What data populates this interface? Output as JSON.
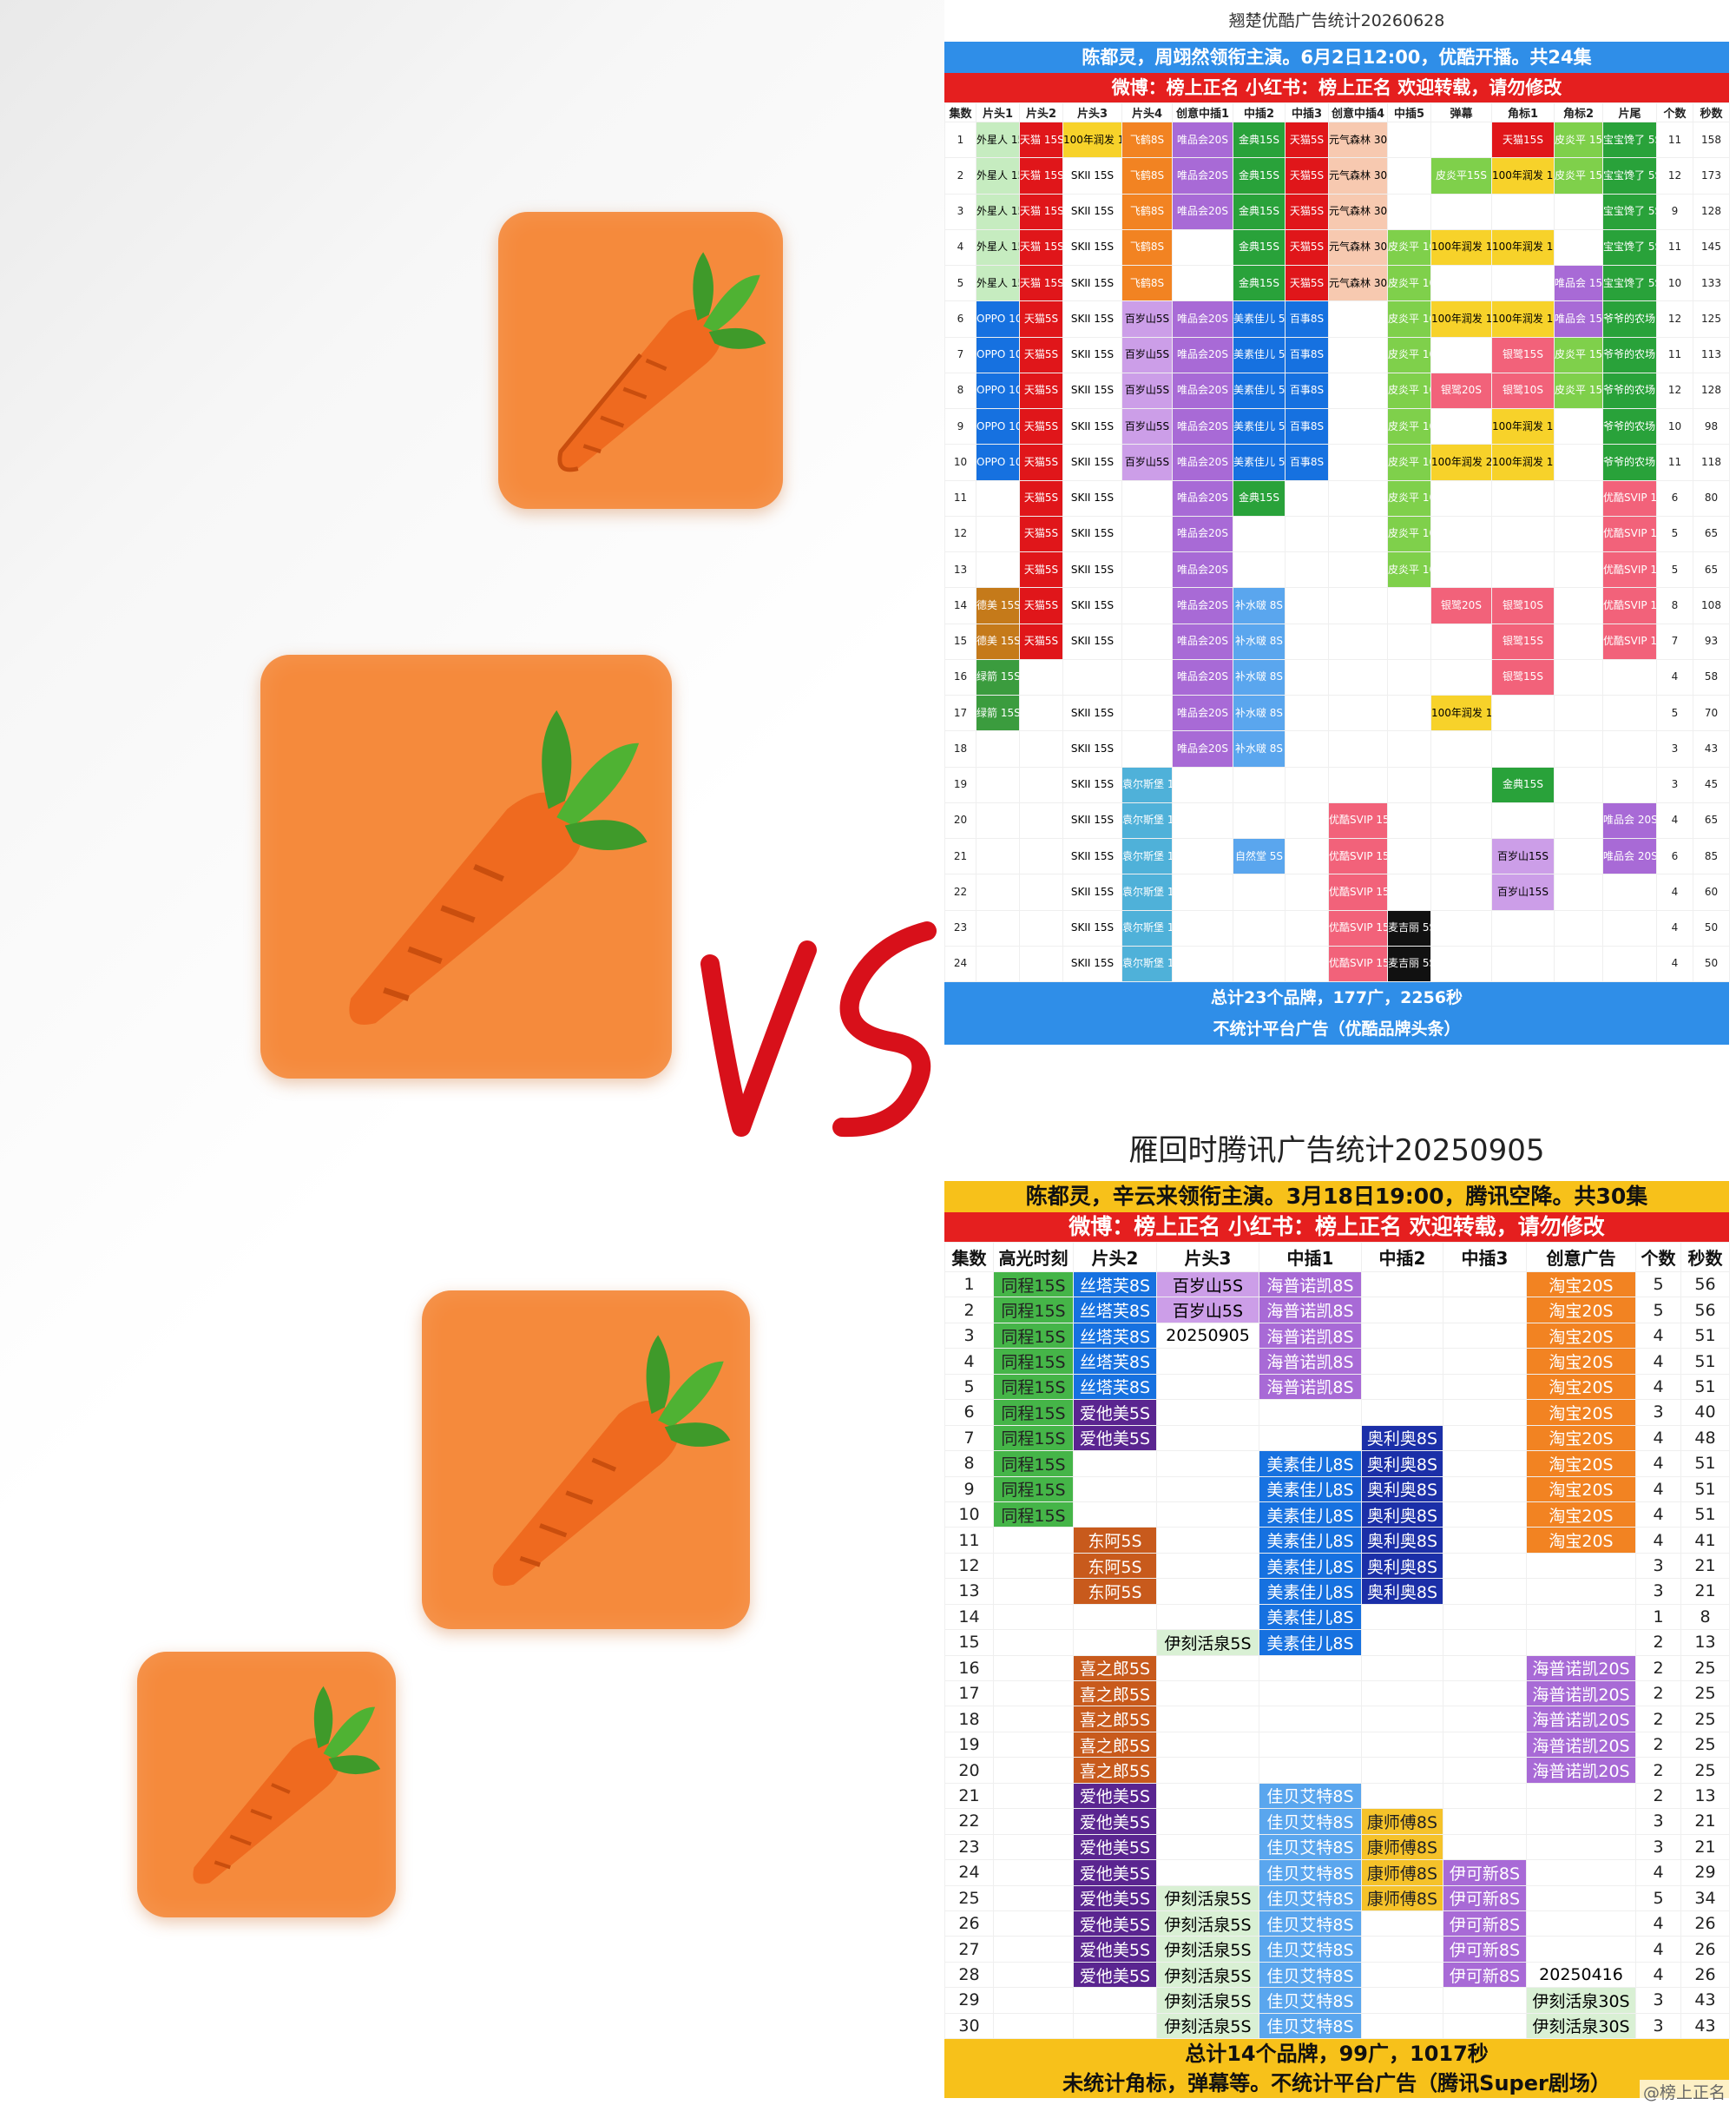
{
  "left": {
    "carrots": [
      {
        "emoji_icon": "carrot-icon"
      },
      {
        "emoji_icon": "carrot-icon"
      },
      {
        "emoji_icon": "carrot-icon"
      },
      {
        "emoji_icon": "carrot-icon"
      }
    ],
    "vs_mark_color": "#d8101a"
  },
  "panel1": {
    "title": "翘楚优酷广告统计20260628",
    "banner1": "陈都灵，周翊然领衔主演。6月2日12:00，优酷开播。共24集",
    "banner2": "微博：榜上正名 小红书：榜上正名  欢迎转载，请勿修改",
    "headers": [
      "集数",
      "片头1",
      "片头2",
      "片头3",
      "片头4",
      "创意中插1",
      "中插2",
      "中插3",
      "创意中插4",
      "中插5",
      "弹幕",
      "角标1",
      "角标2",
      "片尾",
      "个数",
      "秒数"
    ],
    "rows": [
      [
        "1",
        "外星人 15S",
        "天猫 15S",
        "100年润发 15S",
        "飞鹤8S",
        "唯品会20S",
        "金典15S",
        "天猫5S",
        "元气森林 30S",
        "",
        "",
        "天猫15S",
        "皮炎平 15S",
        "宝宝馋了 5S",
        "11",
        "158"
      ],
      [
        "2",
        "外星人 15S",
        "天猫 15S",
        "SKII 15S",
        "飞鹤8S",
        "唯品会20S",
        "金典15S",
        "天猫5S",
        "元气森林 30S",
        "",
        "皮炎平15S",
        "100年润发 15S",
        "皮炎平 15S",
        "宝宝馋了 5S",
        "12",
        "173"
      ],
      [
        "3",
        "外星人 15S",
        "天猫 15S",
        "SKII 15S",
        "飞鹤8S",
        "唯品会20S",
        "金典15S",
        "天猫5S",
        "元气森林 30S",
        "",
        "",
        "",
        "",
        "宝宝馋了 5S",
        "9",
        "128"
      ],
      [
        "4",
        "外星人 15S",
        "天猫 15S",
        "SKII 15S",
        "飞鹤8S",
        "",
        "金典15S",
        "天猫5S",
        "元气森林 30S",
        "皮炎平 10S",
        "100年润发 12S",
        "100年润发 15S",
        "",
        "宝宝馋了 5S",
        "11",
        "145"
      ],
      [
        "5",
        "外星人 15S",
        "天猫 15S",
        "SKII 15S",
        "飞鹤8S",
        "",
        "金典15S",
        "天猫5S",
        "元气森林 30S",
        "皮炎平 10S",
        "",
        "",
        "唯品会 15S",
        "宝宝馋了 5S",
        "10",
        "133"
      ],
      [
        "6",
        "OPPO 10S",
        "天猫5S",
        "SKII 15S",
        "百岁山5S",
        "唯品会20S",
        "美素佳儿 5S",
        "百事8S",
        "",
        "皮炎平 10S",
        "100年润发 12S",
        "100年润发 15S",
        "唯品会 15S",
        "爷爷的农场 5S",
        "12",
        "125"
      ],
      [
        "7",
        "OPPO 10S",
        "天猫5S",
        "SKII 15S",
        "百岁山5S",
        "唯品会20S",
        "美素佳儿 5S",
        "百事8S",
        "",
        "皮炎平 10S",
        "",
        "银鹭15S",
        "皮炎平 15S",
        "爷爷的农场 5S",
        "11",
        "113"
      ],
      [
        "8",
        "OPPO 10S",
        "天猫5S",
        "SKII 15S",
        "百岁山5S",
        "唯品会20S",
        "美素佳儿 5S",
        "百事8S",
        "",
        "皮炎平 10S",
        "银鹭20S",
        "银鹭10S",
        "皮炎平 15S",
        "爷爷的农场 5S",
        "12",
        "128"
      ],
      [
        "9",
        "OPPO 10S",
        "天猫5S",
        "SKII 15S",
        "百岁山5S",
        "唯品会20S",
        "美素佳儿 5S",
        "百事8S",
        "",
        "皮炎平 10S",
        "",
        "100年润发 15S",
        "",
        "爷爷的农场 5S",
        "10",
        "98"
      ],
      [
        "10",
        "OPPO 10S",
        "天猫5S",
        "SKII 15S",
        "百岁山5S",
        "唯品会20S",
        "美素佳儿 5S",
        "百事8S",
        "",
        "皮炎平 10S",
        "100年润发 20S",
        "100年润发 15S",
        "",
        "爷爷的农场 5S",
        "11",
        "118"
      ],
      [
        "11",
        "",
        "天猫5S",
        "SKII 15S",
        "",
        "唯品会20S",
        "金典15S",
        "",
        "",
        "皮炎平 10S",
        "",
        "",
        "",
        "优酷SVIP 15S",
        "6",
        "80"
      ],
      [
        "12",
        "",
        "天猫5S",
        "SKII 15S",
        "",
        "唯品会20S",
        "",
        "",
        "",
        "皮炎平 10S",
        "",
        "",
        "",
        "优酷SVIP 15S",
        "5",
        "65"
      ],
      [
        "13",
        "",
        "天猫5S",
        "SKII 15S",
        "",
        "唯品会20S",
        "",
        "",
        "",
        "皮炎平 10S",
        "",
        "",
        "",
        "优酷SVIP 15S",
        "5",
        "65"
      ],
      [
        "14",
        "德美 15S",
        "天猫5S",
        "SKII 15S",
        "",
        "唯品会20S",
        "补水啵 8S",
        "",
        "",
        "",
        "银鹭20S",
        "银鹭10S",
        "",
        "优酷SVIP 15S",
        "8",
        "108"
      ],
      [
        "15",
        "德美 15S",
        "天猫5S",
        "SKII 15S",
        "",
        "唯品会20S",
        "补水啵 8S",
        "",
        "",
        "",
        "",
        "银鹭15S",
        "",
        "优酷SVIP 15S",
        "7",
        "93"
      ],
      [
        "16",
        "绿箭 15S",
        "",
        "",
        "",
        "唯品会20S",
        "补水啵 8S",
        "",
        "",
        "",
        "",
        "银鹭15S",
        "",
        "",
        "4",
        "58"
      ],
      [
        "17",
        "绿箭 15S",
        "",
        "SKII 15S",
        "",
        "唯品会20S",
        "补水啵 8S",
        "",
        "",
        "",
        "100年润发 12S",
        "",
        "",
        "",
        "5",
        "70"
      ],
      [
        "18",
        "",
        "",
        "SKII 15S",
        "",
        "唯品会20S",
        "补水啵 8S",
        "",
        "",
        "",
        "",
        "",
        "",
        "",
        "3",
        "43"
      ],
      [
        "19",
        "",
        "",
        "SKII 15S",
        "袁尔斯堡 15S",
        "",
        "",
        "",
        "",
        "",
        "",
        "金典15S",
        "",
        "",
        "3",
        "45"
      ],
      [
        "20",
        "",
        "",
        "SKII 15S",
        "袁尔斯堡 15S",
        "",
        "",
        "",
        "优酷SVIP 15S",
        "",
        "",
        "",
        "",
        "唯品会 20S",
        "4",
        "65"
      ],
      [
        "21",
        "",
        "",
        "SKII 15S",
        "袁尔斯堡 15S",
        "",
        "自然堂 5S",
        "",
        "优酷SVIP 15S",
        "",
        "",
        "百岁山15S",
        "",
        "唯品会 20S",
        "6",
        "85"
      ],
      [
        "22",
        "",
        "",
        "SKII 15S",
        "袁尔斯堡 15S",
        "",
        "",
        "",
        "优酷SVIP 15S",
        "",
        "",
        "百岁山15S",
        "",
        "",
        "4",
        "60"
      ],
      [
        "23",
        "",
        "",
        "SKII 15S",
        "袁尔斯堡 15S",
        "",
        "",
        "",
        "优酷SVIP 15S",
        "麦吉丽 5S",
        "",
        "",
        "",
        "",
        "4",
        "50"
      ],
      [
        "24",
        "",
        "",
        "SKII 15S",
        "袁尔斯堡 15S",
        "",
        "",
        "",
        "优酷SVIP 15S",
        "麦吉丽 5S",
        "",
        "",
        "",
        "",
        "4",
        "50"
      ]
    ],
    "footer1": "总计23个品牌，177广，2256秒",
    "footer2": "不统计平台广告（优酷品牌头条）"
  },
  "panel2": {
    "title": "雁回时腾讯广告统计20250905",
    "banner1": "陈都灵，辛云来领衔主演。3月18日19:00，腾讯空降。共30集",
    "banner2": "微博：榜上正名 小红书：榜上正名  欢迎转载，请勿修改",
    "headers": [
      "集数",
      "高光时刻",
      "片头2",
      "片头3",
      "中插1",
      "中插2",
      "中插3",
      "创意广告",
      "个数",
      "秒数"
    ],
    "rows": [
      [
        "1",
        "同程15S",
        "丝塔芙8S",
        "百岁山5S",
        "海普诺凯8S",
        "",
        "",
        "淘宝20S",
        "5",
        "56"
      ],
      [
        "2",
        "同程15S",
        "丝塔芙8S",
        "百岁山5S",
        "海普诺凯8S",
        "",
        "",
        "淘宝20S",
        "5",
        "56"
      ],
      [
        "3",
        "同程15S",
        "丝塔芙8S",
        "20250905",
        "海普诺凯8S",
        "",
        "",
        "淘宝20S",
        "4",
        "51"
      ],
      [
        "4",
        "同程15S",
        "丝塔芙8S",
        "",
        "海普诺凯8S",
        "",
        "",
        "淘宝20S",
        "4",
        "51"
      ],
      [
        "5",
        "同程15S",
        "丝塔芙8S",
        "",
        "海普诺凯8S",
        "",
        "",
        "淘宝20S",
        "4",
        "51"
      ],
      [
        "6",
        "同程15S",
        "爱他美5S",
        "",
        "",
        "",
        "",
        "淘宝20S",
        "3",
        "40"
      ],
      [
        "7",
        "同程15S",
        "爱他美5S",
        "",
        "",
        "奥利奥8S",
        "",
        "淘宝20S",
        "4",
        "48"
      ],
      [
        "8",
        "同程15S",
        "",
        "",
        "美素佳儿8S",
        "奥利奥8S",
        "",
        "淘宝20S",
        "4",
        "51"
      ],
      [
        "9",
        "同程15S",
        "",
        "",
        "美素佳儿8S",
        "奥利奥8S",
        "",
        "淘宝20S",
        "4",
        "51"
      ],
      [
        "10",
        "同程15S",
        "",
        "",
        "美素佳儿8S",
        "奥利奥8S",
        "",
        "淘宝20S",
        "4",
        "51"
      ],
      [
        "11",
        "",
        "东阿5S",
        "",
        "美素佳儿8S",
        "奥利奥8S",
        "",
        "淘宝20S",
        "4",
        "41"
      ],
      [
        "12",
        "",
        "东阿5S",
        "",
        "美素佳儿8S",
        "奥利奥8S",
        "",
        "",
        "3",
        "21"
      ],
      [
        "13",
        "",
        "东阿5S",
        "",
        "美素佳儿8S",
        "奥利奥8S",
        "",
        "",
        "3",
        "21"
      ],
      [
        "14",
        "",
        "",
        "",
        "美素佳儿8S",
        "",
        "",
        "",
        "1",
        "8"
      ],
      [
        "15",
        "",
        "",
        "伊刻活泉5S",
        "美素佳儿8S",
        "",
        "",
        "",
        "2",
        "13"
      ],
      [
        "16",
        "",
        "喜之郎5S",
        "",
        "",
        "",
        "",
        "海普诺凯20S",
        "2",
        "25"
      ],
      [
        "17",
        "",
        "喜之郎5S",
        "",
        "",
        "",
        "",
        "海普诺凯20S",
        "2",
        "25"
      ],
      [
        "18",
        "",
        "喜之郎5S",
        "",
        "",
        "",
        "",
        "海普诺凯20S",
        "2",
        "25"
      ],
      [
        "19",
        "",
        "喜之郎5S",
        "",
        "",
        "",
        "",
        "海普诺凯20S",
        "2",
        "25"
      ],
      [
        "20",
        "",
        "喜之郎5S",
        "",
        "",
        "",
        "",
        "海普诺凯20S",
        "2",
        "25"
      ],
      [
        "21",
        "",
        "爱他美5S",
        "",
        "佳贝艾特8S",
        "",
        "",
        "",
        "2",
        "13"
      ],
      [
        "22",
        "",
        "爱他美5S",
        "",
        "佳贝艾特8S",
        "康师傅8S",
        "",
        "",
        "3",
        "21"
      ],
      [
        "23",
        "",
        "爱他美5S",
        "",
        "佳贝艾特8S",
        "康师傅8S",
        "",
        "",
        "3",
        "21"
      ],
      [
        "24",
        "",
        "爱他美5S",
        "",
        "佳贝艾特8S",
        "康师傅8S",
        "伊可新8S",
        "",
        "4",
        "29"
      ],
      [
        "25",
        "",
        "爱他美5S",
        "伊刻活泉5S",
        "佳贝艾特8S",
        "康师傅8S",
        "伊可新8S",
        "",
        "5",
        "34"
      ],
      [
        "26",
        "",
        "爱他美5S",
        "伊刻活泉5S",
        "佳贝艾特8S",
        "",
        "伊可新8S",
        "",
        "4",
        "26"
      ],
      [
        "27",
        "",
        "爱他美5S",
        "伊刻活泉5S",
        "佳贝艾特8S",
        "",
        "伊可新8S",
        "",
        "4",
        "26"
      ],
      [
        "28",
        "",
        "爱他美5S",
        "伊刻活泉5S",
        "佳贝艾特8S",
        "",
        "伊可新8S",
        "20250416",
        "4",
        "26"
      ],
      [
        "29",
        "",
        "",
        "伊刻活泉5S",
        "佳贝艾特8S",
        "",
        "",
        "伊刻活泉30S",
        "3",
        "43"
      ],
      [
        "30",
        "",
        "",
        "伊刻活泉5S",
        "佳贝艾特8S",
        "",
        "",
        "伊刻活泉30S",
        "3",
        "43"
      ]
    ],
    "footer1": "总计14个品牌，99广，1017秒",
    "footer2": "未统计角标，弹幕等。不统计平台广告（腾讯Super剧场）",
    "watermark": "@榜上正名"
  }
}
